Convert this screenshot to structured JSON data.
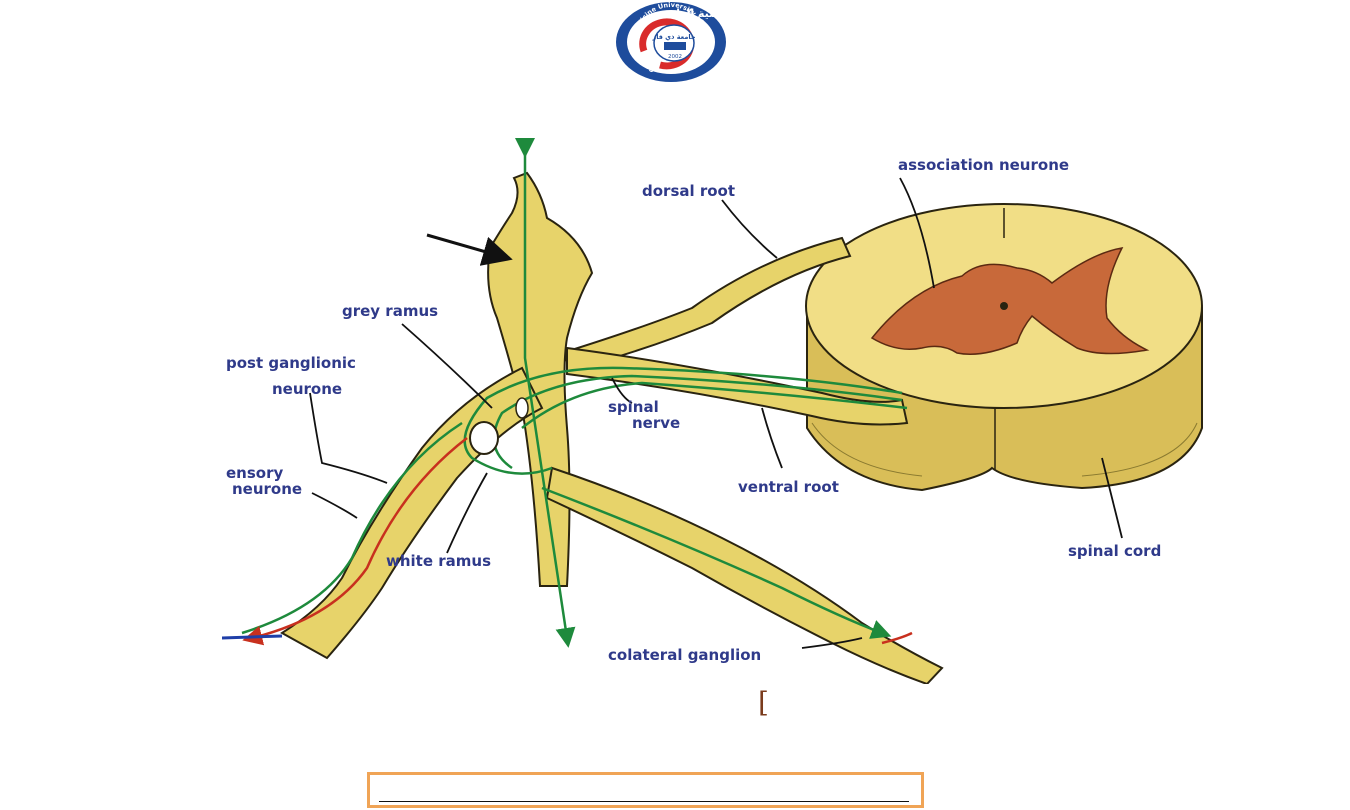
{
  "logo": {
    "arabic_title": "كلية الطب",
    "arabic_sub": "جامعة ذي قار",
    "ring_text": "College of Medicine University of Thi-Qar",
    "year": "2002"
  },
  "labels": {
    "association_neurone": "association neurone",
    "dorsal_root": "dorsal root",
    "grey_ramus": "grey ramus",
    "post_ganglionic_line1": "post ganglionic",
    "post_ganglionic_line2": "neurone",
    "sensory_line1": "ensory",
    "sensory_line2": "neurone",
    "spinal_nerve_line1": "spinal",
    "spinal_nerve_line2": "nerve",
    "ventral_root": "ventral root",
    "white_ramus": "white ramus",
    "spinal_cord": "spinal cord",
    "collateral_ganglion": "colateral ganglion"
  },
  "colors": {
    "nerve": "#e7d36a",
    "nerve_outline": "#2a2410",
    "grey_matter": "#c8693a",
    "fiber_green": "#1e8a3c",
    "fiber_red": "#c8301e",
    "label_text": "#2f3a8a",
    "box_border": "#f0a456"
  }
}
